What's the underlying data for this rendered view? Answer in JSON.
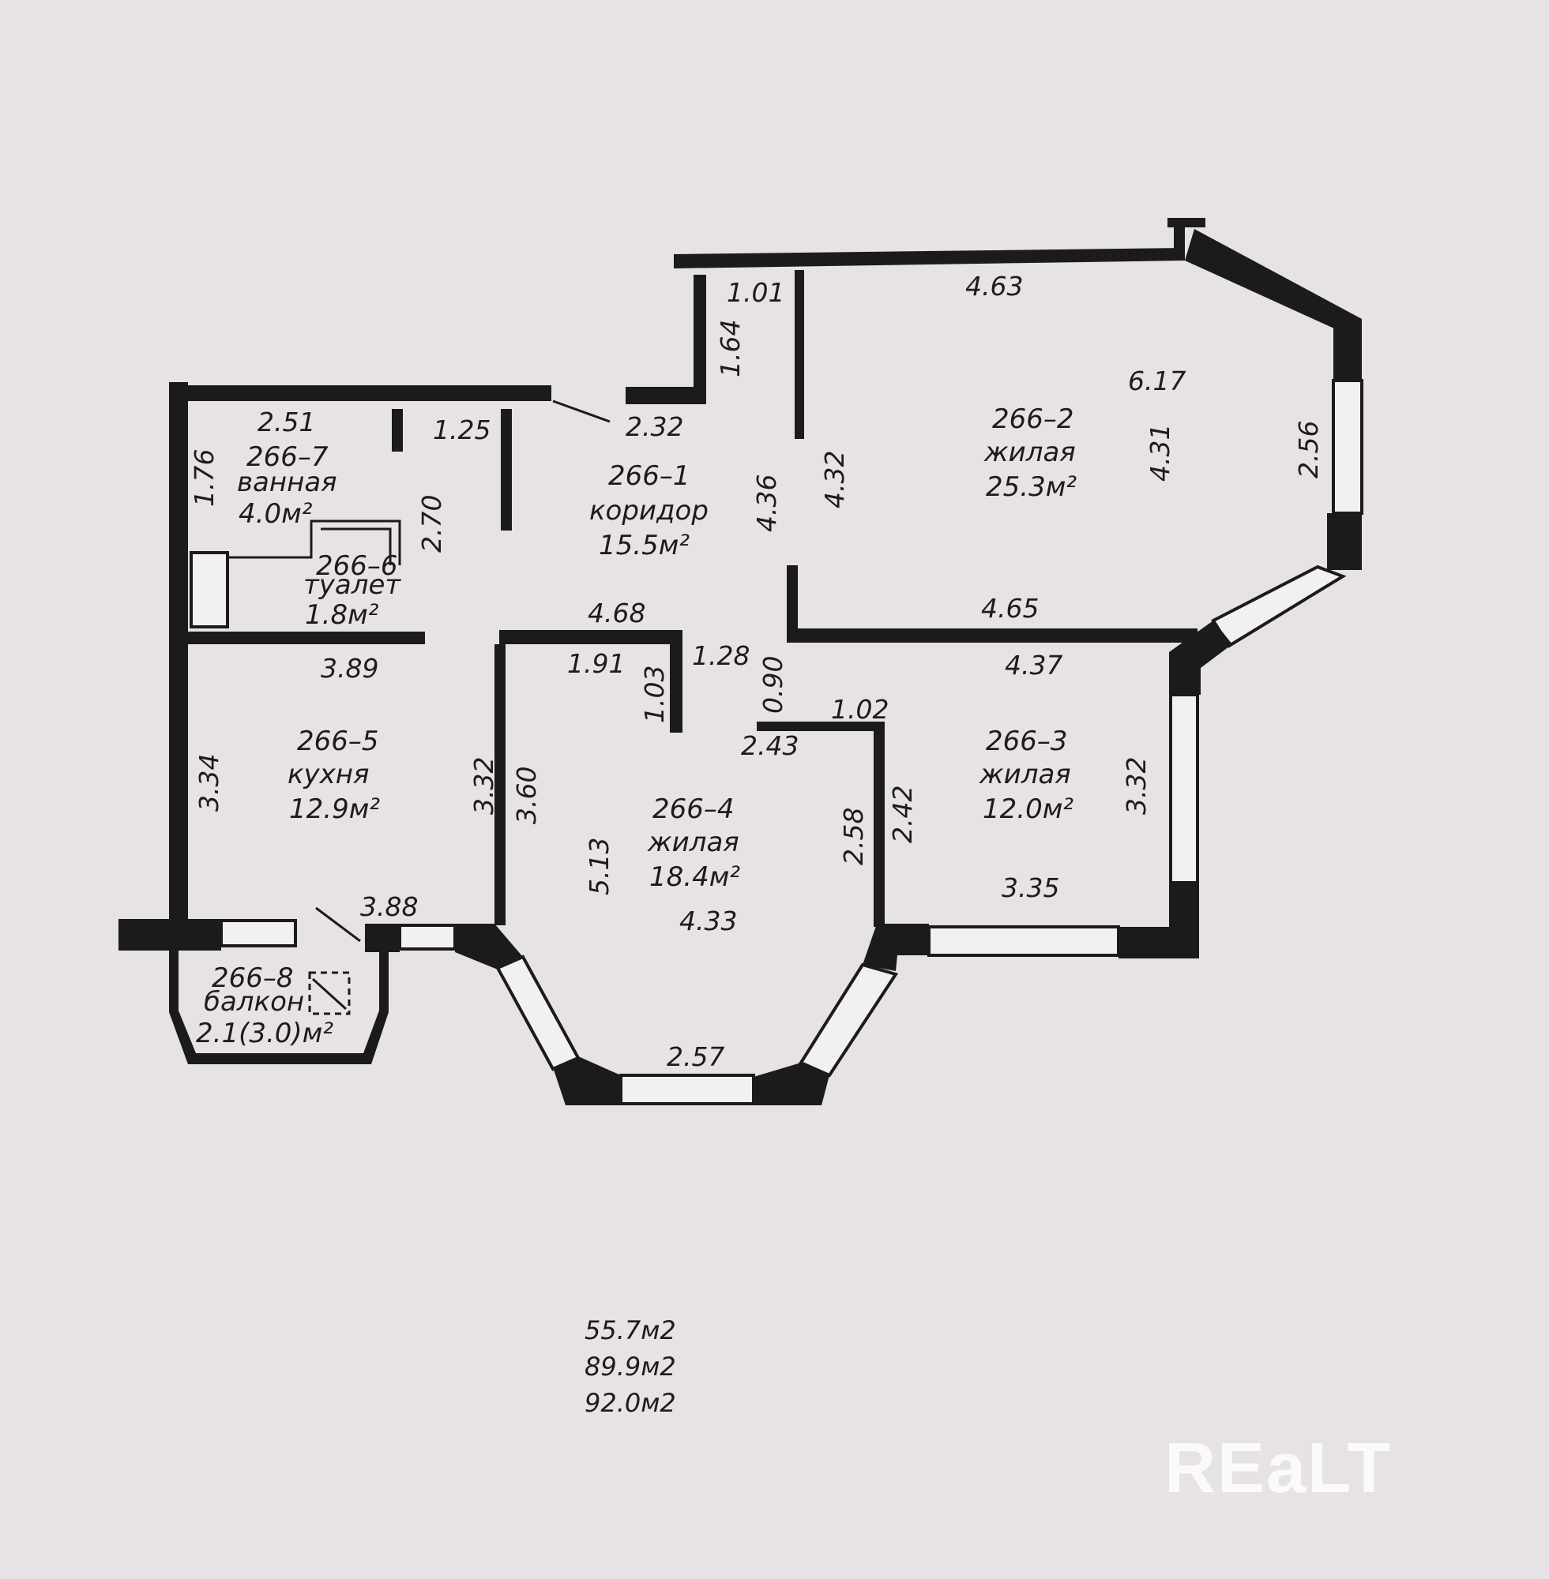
{
  "rooms": {
    "r1": {
      "id": "266–1",
      "name": "коридор",
      "area": "15.5м²"
    },
    "r2": {
      "id": "266–2",
      "name": "жилая",
      "area": "25.3м²"
    },
    "r3": {
      "id": "266–3",
      "name": "жилая",
      "area": "12.0м²"
    },
    "r4": {
      "id": "266–4",
      "name": "жилая",
      "area": "18.4м²"
    },
    "r5": {
      "id": "266–5",
      "name": "кухня",
      "area": "12.9м²"
    },
    "r6": {
      "id": "266–6",
      "name": "туалет",
      "area": "1.8м²"
    },
    "r7": {
      "id": "266–7",
      "name": "ванная",
      "area": "4.0м²"
    },
    "r8": {
      "id": "266–8",
      "name": "балкон",
      "area": "2.1(3.0)м²"
    }
  },
  "dimensions": {
    "d101": "1.01",
    "d463": "4.63",
    "d164": "1.64",
    "d617": "6.17",
    "d251": "2.51",
    "d125": "1.25",
    "d232": "2.32",
    "d256": "2.56",
    "d176": "1.76",
    "d431": "4.31",
    "d436": "4.36",
    "d432": "4.32",
    "d270": "2.70",
    "d468": "4.68",
    "d465": "4.65",
    "d191": "1.91",
    "d128": "1.28",
    "d389": "3.89",
    "d437": "4.37",
    "d103": "1.03",
    "d090": "0.90",
    "d102": "1.02",
    "d243": "2.43",
    "d334": "3.34",
    "d332a": "3.32",
    "d360": "3.60",
    "d258": "2.58",
    "d242": "2.42",
    "d332b": "3.32",
    "d513": "5.13",
    "d388": "3.88",
    "d335": "3.35",
    "d433": "4.33",
    "d257": "2.57"
  },
  "totals": {
    "t1": "55.7м2",
    "t2": "89.9м2",
    "t3": "92.0м2"
  },
  "watermark": "REaLT"
}
